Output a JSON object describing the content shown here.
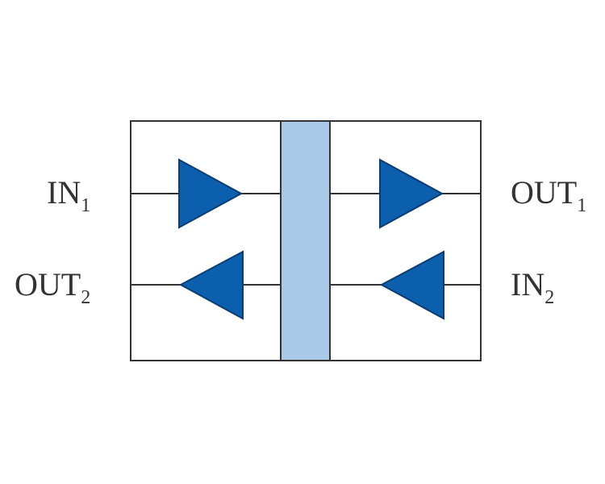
{
  "labels": {
    "in1": {
      "text": "IN",
      "sub": "1"
    },
    "out2": {
      "text": "OUT",
      "sub": "2"
    },
    "out1": {
      "text": "OUT",
      "sub": "1"
    },
    "in2": {
      "text": "IN",
      "sub": "2"
    }
  },
  "colors": {
    "frame": "#333333",
    "amplifier_fill": "#0b5fad",
    "amplifier_stroke": "#0a3d73",
    "bar_fill": "#aac9e8"
  },
  "icons": {
    "forward": "amplifier-triangle-right",
    "reverse": "amplifier-triangle-left"
  }
}
